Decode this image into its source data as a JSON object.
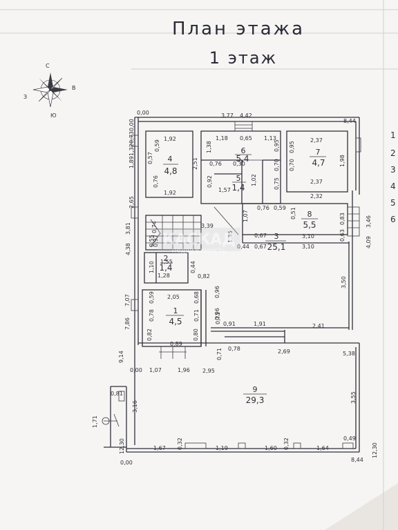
{
  "header": {
    "title": "План этажа",
    "floor": "1 этаж"
  },
  "compass": {
    "n": "С",
    "s": "Ю",
    "w": "З",
    "e": "В"
  },
  "watermark": {
    "brand": "КАСКАД",
    "sub": "недвижимость"
  },
  "rooms": [
    {
      "id": "r1",
      "number": "1",
      "area": "4,5"
    },
    {
      "id": "r2",
      "number": "2",
      "area": "1,4"
    },
    {
      "id": "r3",
      "number": "3",
      "area": "25,1"
    },
    {
      "id": "r4",
      "number": "4",
      "area": "4,8"
    },
    {
      "id": "r5",
      "number": "5",
      "area": "1,4"
    },
    {
      "id": "r6",
      "number": "6",
      "area": "5,4"
    },
    {
      "id": "r7",
      "number": "7",
      "area": "4,7"
    },
    {
      "id": "r8",
      "number": "8",
      "area": "5,5"
    },
    {
      "id": "r9",
      "number": "9",
      "area": "29,3"
    }
  ],
  "dimensions": [
    "0,00",
    "3,77",
    "4,42",
    "8,44",
    "0,00",
    "0,73",
    "1,32",
    "1,89",
    "2,65",
    "1,92",
    "0,59",
    "0,57",
    "0,76",
    "2,51",
    "1,92",
    "1,18",
    "0,65",
    "1,13",
    "1,38",
    "0,76",
    "0,30",
    "0,92",
    "1,57",
    "1,02",
    "0,95",
    "0,70",
    "0,75",
    "0,76",
    "0,59",
    "2,37",
    "0,95",
    "0,70",
    "1,98",
    "2,37",
    "2,32",
    "0,51",
    "0,83",
    "0,63",
    "3,10",
    "1,07",
    "0,67",
    "0,44",
    "0,67",
    "3,10",
    "3,46",
    "4,09",
    "3,81",
    "4,38",
    "0,74",
    "0,55",
    "0,97",
    "1,55",
    "3,39",
    "1,35",
    "1,10",
    "1,28",
    "0,44",
    "0,82",
    "0,96",
    "3,50",
    "7,07",
    "7,86",
    "2,05",
    "0,59",
    "0,78",
    "0,68",
    "0,71",
    "0,96",
    "0,71",
    "0,91",
    "1,91",
    "2,41",
    "0,82",
    "0,89",
    "0,80",
    "0,78",
    "2,69",
    "0,71",
    "5,38",
    "9,14",
    "0,00",
    "1,07",
    "1,96",
    "2,95",
    "0,81",
    "3,16",
    "1,71",
    "3,55",
    "12,30",
    "1,67",
    "0,32",
    "1,19",
    "1,60",
    "0,32",
    "1,64",
    "0,49",
    "12,30",
    "0,00",
    "8,44"
  ],
  "margin_notes": [
    "1",
    "2",
    "3",
    "4",
    "5",
    "6"
  ]
}
